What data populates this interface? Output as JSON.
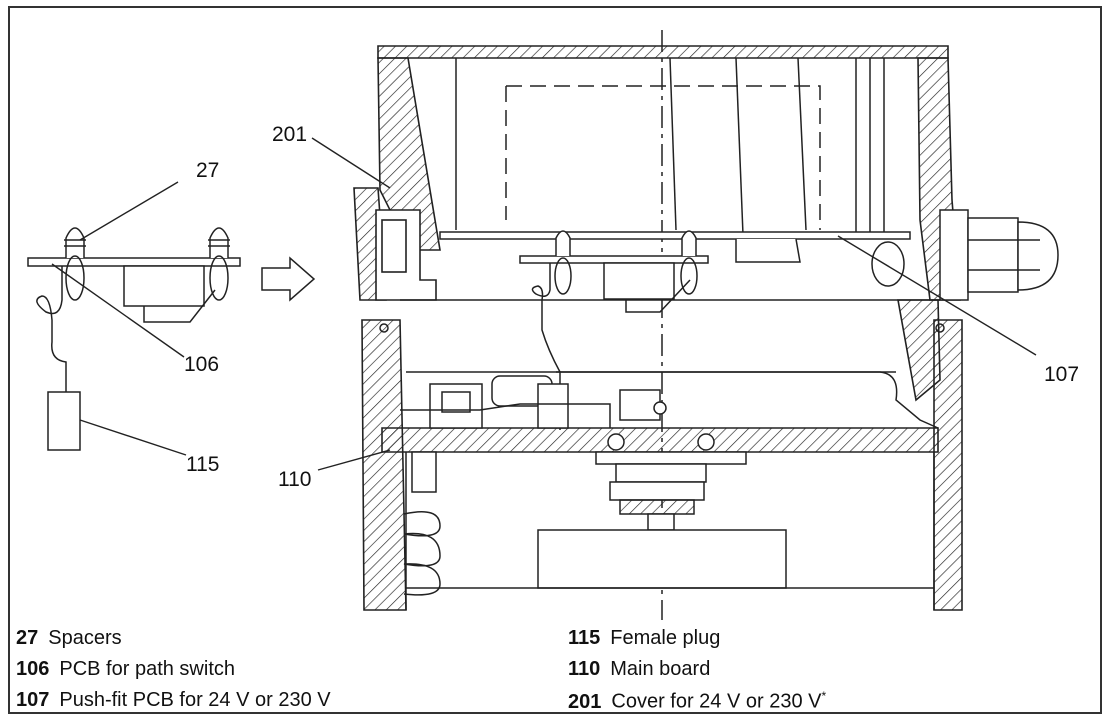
{
  "callouts": {
    "c27": "27",
    "c201": "201",
    "c106": "106",
    "c115": "115",
    "c110": "110",
    "c107": "107"
  },
  "legend": [
    {
      "num": "27",
      "text": "Spacers"
    },
    {
      "num": "106",
      "text": "PCB for path switch"
    },
    {
      "num": "107",
      "text": "Push-fit PCB for 24 V or 230 V"
    },
    {
      "num": "115",
      "text": "Female plug"
    },
    {
      "num": "110",
      "text": "Main board"
    },
    {
      "num": "201",
      "text": "Cover for 24 V or 230 V",
      "footnote": "*"
    }
  ]
}
